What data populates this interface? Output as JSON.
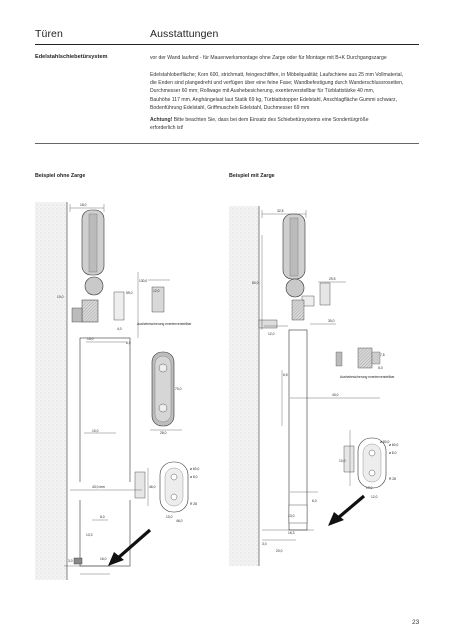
{
  "header": {
    "left_title": "Türen",
    "right_title": "Ausstattungen"
  },
  "section": {
    "label": "Edelstahlschiebetürsystem"
  },
  "description": {
    "intro": "vor der Wand laufend - für Mauerwerksmontage ohne Zarge oder für Montage mit B+K Durchgangszarge",
    "lines": [
      "Edelstahloberfläche; Korn 600, strichmatt, feingeschliffen, in Möbelqualität; Laufschiene aus 25 mm Vollmaterial,",
      "die Enden sind plangedreht und verfügen über eine feine Fase; Wandbefestigung durch Wanderschlussrosetten,",
      "Durchmesser 60 mm; Rollwage mit Aushebesicherung, exenterverstellbar für Türblattstärke 40 mm,",
      "Bauhöhe 117 mm, Anghängelast laut Statik 69 kg, Türblattstopper Edelstahl, Anschlagfläche Gummi schwarz,",
      "Bodenführung Edelstahl, Griffmuscheln Edelstahl, Duchmesser 69 mm"
    ],
    "note_bold": "Achtung!",
    "note_lines": [
      " Bitte beachten Sie, dass bei dem Einsatz des Schiebetürsystems eine Sondertürgröße",
      "erforderlich ist!"
    ]
  },
  "examples": {
    "left_title": "Beispiel ohne Zarge",
    "right_title": "Beispiel mit Zarge"
  },
  "drawing_left": {
    "dims": [
      "18,0",
      "10,0",
      "130,0",
      "12,0",
      "59,0",
      "4,0",
      "6,0",
      "13,0",
      "70,0",
      "28,0",
      "10,0",
      "ø 60,0",
      "ø 8,0",
      "R 28",
      "43,0 mm",
      "46,0",
      "10,0",
      "46,0",
      "8,0",
      "13,3",
      "3,0",
      "16,0"
    ],
    "aushebe_label": "Aushebesicherung exenterverstellbar"
  },
  "drawing_right": {
    "dims": [
      "32,5",
      "29,5",
      "80,0",
      "12,0",
      "30,0",
      "6,5",
      "40,0",
      "ø 80,0",
      "7,5",
      "5,0",
      "12,0",
      "ø 60,0",
      "ø 8,0",
      "R 28",
      "10,0",
      "13,0",
      "6,0",
      "16,3",
      "13,0",
      "3,0",
      "20,0"
    ],
    "aushebe_label": "Aushebesicherung exenterverstellbar"
  },
  "footer": {
    "page_number": "23"
  },
  "colors": {
    "accent": "#222222",
    "hatch": "#888888",
    "arrow": "#111111"
  }
}
